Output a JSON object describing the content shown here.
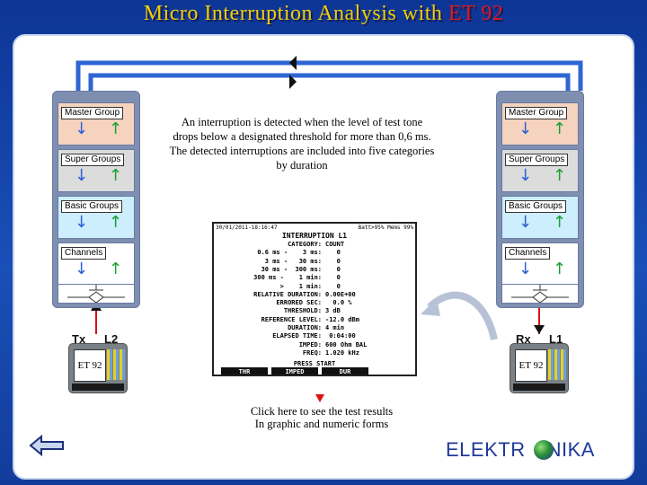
{
  "title": {
    "prefix": "Micro  Interruption  Analysis  with",
    "product": "ET 92"
  },
  "hierarchy": {
    "layers": [
      "Master Group",
      "Super Groups",
      "Basic Groups",
      "Channels"
    ]
  },
  "left_port": {
    "dir": "Tx",
    "line": "L2"
  },
  "right_port": {
    "dir": "Rx",
    "line": "L1"
  },
  "device": {
    "label": "ET 92"
  },
  "intro_text": "An interruption is detected when the level of test tone drops below a designated threshold for more than 0,6 ms. The detected interruptions are included into five categories by duration",
  "screen": {
    "datetime": "30/01/2011-18:16:47",
    "status": "Batt>95%  Mems  99%",
    "heading": "INTERRUPTION  L1",
    "rows": [
      {
        "k": "CATEGORY:",
        "v": "COUNT"
      },
      {
        "k": "0.6 ms -    3 ms:",
        "v": "   0"
      },
      {
        "k": "3 ms -   30 ms:",
        "v": "   0"
      },
      {
        "k": "30 ms -  300 ms:",
        "v": "   0"
      },
      {
        "k": "300 ms -    1 min:",
        "v": "   0"
      },
      {
        "k": ">    1 min:",
        "v": "   0"
      },
      {
        "k": "RELATIVE DURATION:",
        "v": "0.00E+00"
      },
      {
        "k": "ERRORED SEC:",
        "v": "  0.0 %"
      },
      {
        "k": "THRESHOLD:",
        "v": "3 dB"
      },
      {
        "k": "REFERENCE LEVEL:",
        "v": "-12.0 dBm"
      },
      {
        "k": "DURATION:",
        "v": "4 min"
      },
      {
        "k": "ELAPSED TIME:",
        "v": " 0:04:00"
      },
      {
        "k": "IMPED:",
        "v": "600 Ohm BAL"
      },
      {
        "k": "FREQ:",
        "v": "1.020 kHz"
      }
    ],
    "press": "PRESS START",
    "softkeys": [
      "THR",
      "IMPED",
      "DUR"
    ]
  },
  "click_text": [
    "Click here to see the test results",
    "In graphic and numeric forms"
  ],
  "brand": {
    "left": "ELEKTR",
    "right": "NIKA"
  },
  "colors": {
    "background": "#123e9b",
    "title": "#f0d000",
    "title_highlight": "#e01818",
    "brand": "#1f3a9a"
  }
}
